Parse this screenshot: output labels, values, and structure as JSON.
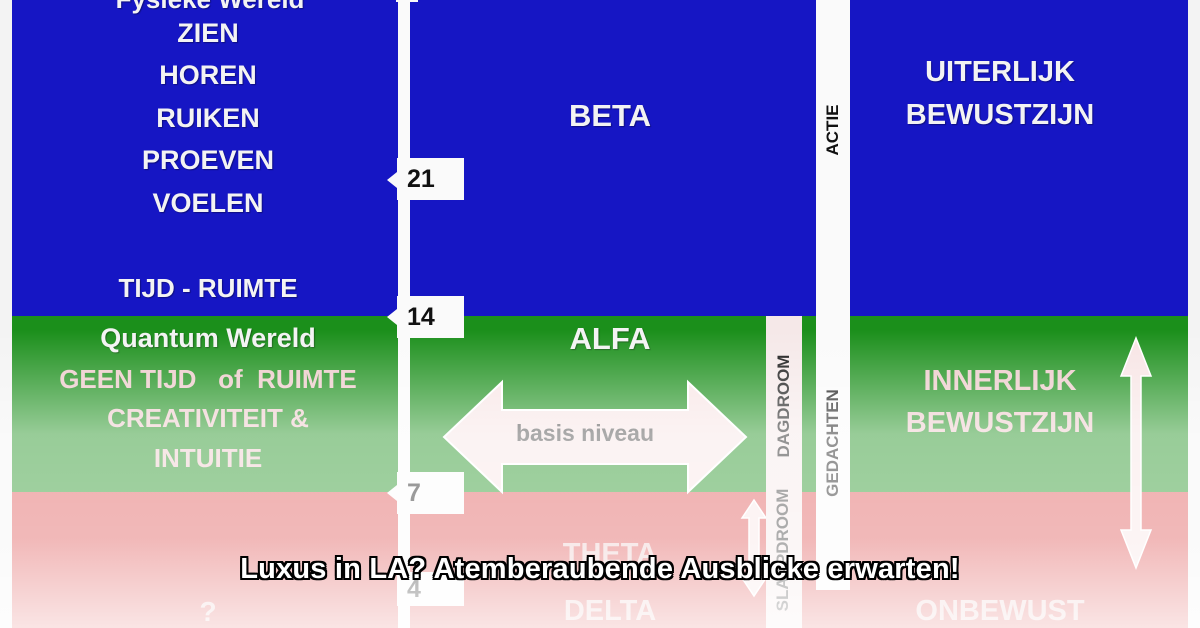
{
  "physical_world": {
    "heading": "Fysieke Wereld",
    "senses": [
      "ZIEN",
      "HOREN",
      "RUIKEN",
      "PROEVEN",
      "VOELEN"
    ],
    "time_space": "TIJD - RUIMTE"
  },
  "quantum_world": {
    "heading": "Quantum Wereld",
    "line1": "GEEN TIJD   of  RUIMTE",
    "line2": "CREATIVITEIT &",
    "line3": "INTUITIE"
  },
  "lower_left": {
    "label": "?"
  },
  "scale": {
    "marks": [
      "21",
      "14",
      "7",
      "4"
    ]
  },
  "bands": {
    "beta": "BETA",
    "alfa": "ALFA",
    "theta": "THETA",
    "delta": "DELTA"
  },
  "center_arrow": {
    "label": "basis niveau"
  },
  "vertical_labels": {
    "actie": "ACTIE",
    "gedachten": "GEDACHTEN",
    "dagdroom": "DAGDROOM",
    "slaapdroom": "SLAAPDROOM"
  },
  "consciousness": {
    "outer_line1": "UITERLIJK",
    "outer_line2": "BEWUSTZIJN",
    "inner_line1": "INNERLIJK",
    "inner_line2": "BEWUSTZIJN",
    "unconscious": "ONBEWUST"
  },
  "headline": "Luxus in LA?  Atemberaubende Ausblicke erwarten!",
  "colors": {
    "beta": "#1616c4",
    "alfa": "#1b8f1b",
    "theta": "#dd4f4f",
    "bars": "#fafafa"
  }
}
